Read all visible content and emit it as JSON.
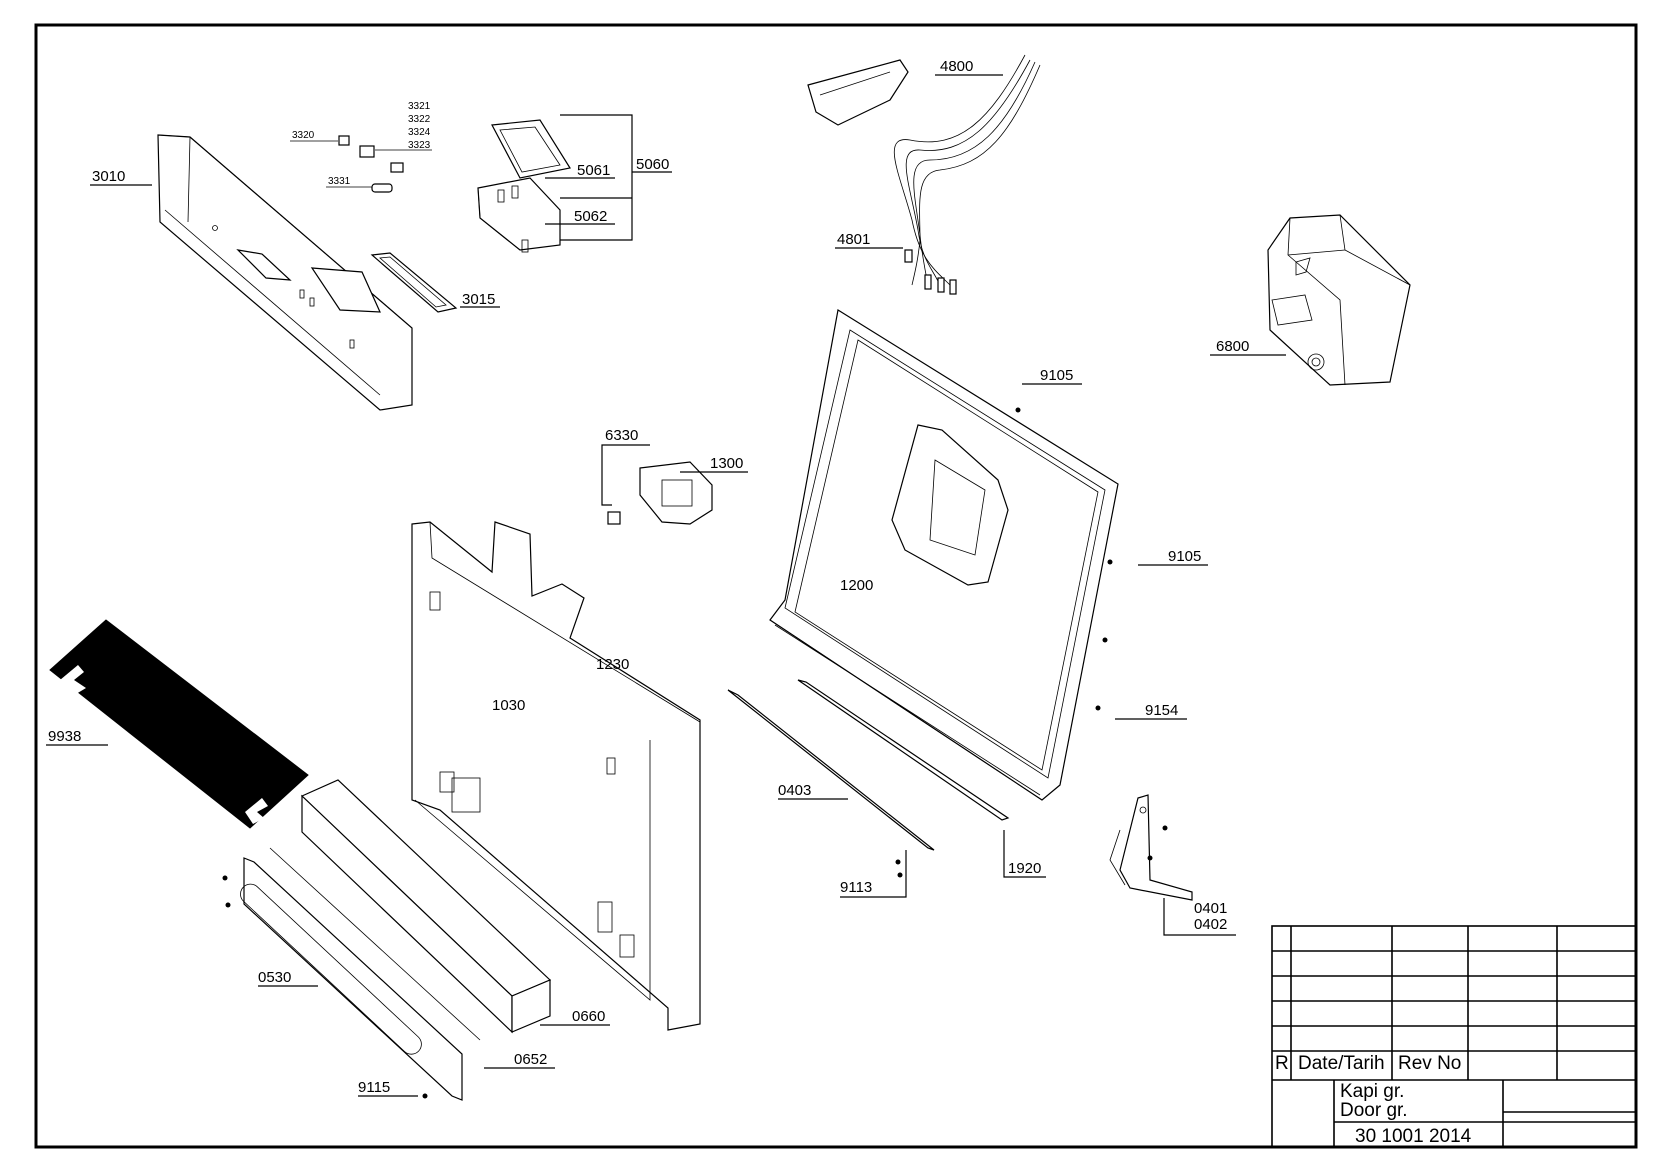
{
  "part_labels": {
    "p3010": "3010",
    "p3015": "3015",
    "p3320": "3320",
    "p3321": "3321",
    "p3322": "3322",
    "p3324": "3324",
    "p3323": "3323",
    "p3331": "3331",
    "p5060": "5060",
    "p5061": "5061",
    "p5062": "5062",
    "p4800": "4800",
    "p4801": "4801",
    "p6800": "6800",
    "p9105a": "9105",
    "p9105b": "9105",
    "p6330": "6330",
    "p1300": "1300",
    "p1200": "1200",
    "p1230": "1230",
    "p1030": "1030",
    "p9938": "9938",
    "p9154": "9154",
    "p0403": "0403",
    "p9113": "9113",
    "p1920": "1920",
    "p0401": "0401",
    "p0402": "0402",
    "p0530": "0530",
    "p0660": "0660",
    "p0652": "0652",
    "p9115": "9115"
  },
  "title_block": {
    "revision_letter": "R",
    "date_header": "Date/Tarih",
    "rev_no_header": "Rev No",
    "name_tr": "Kapi gr.",
    "name_en": "Door gr.",
    "drawing_number": "30 1001 2014"
  }
}
